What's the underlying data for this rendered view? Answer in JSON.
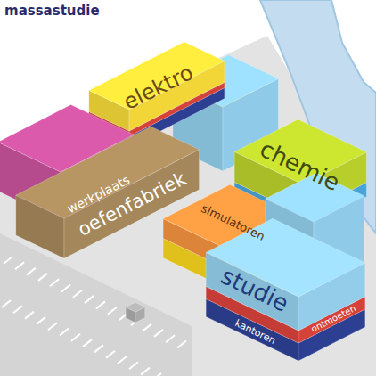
{
  "diagram": {
    "title": "massastudie",
    "nodes": [
      {
        "text": [
          "elektro"
        ]
      },
      {
        "text": [
          "werkplaats"
        ]
      },
      {
        "text": [
          "oefenfabriek"
        ]
      },
      {
        "text": [
          "simulatoren"
        ]
      },
      {
        "text": [
          "chemie"
        ]
      },
      {
        "text": [
          "studie"
        ]
      },
      {
        "text": [
          "ontmoeten"
        ]
      },
      {
        "text": [
          "kantoren"
        ]
      }
    ]
  }
}
